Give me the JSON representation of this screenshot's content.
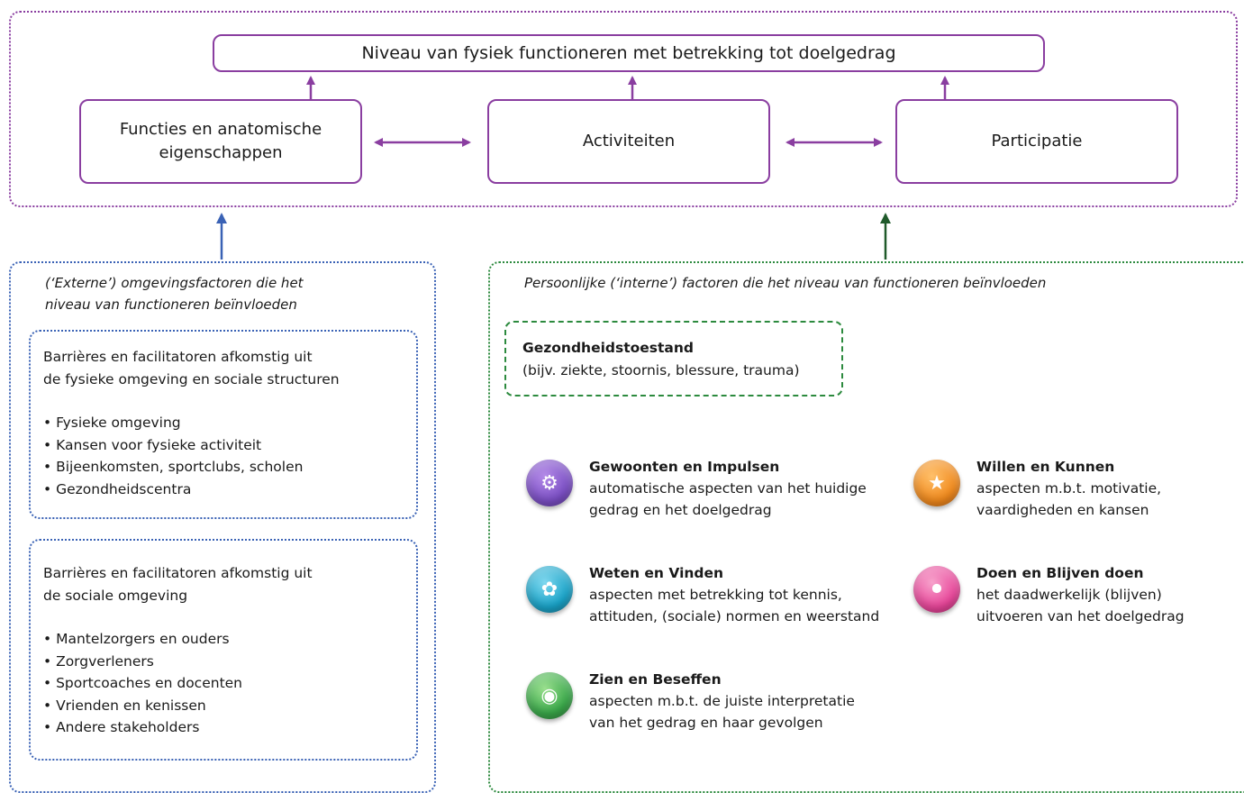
{
  "top": {
    "header": "Niveau van fysiek functioneren met betrekking tot doelgedrag",
    "nodes": [
      "Functies en anatomische eigenschappen",
      "Activiteiten",
      "Participatie"
    ]
  },
  "external": {
    "title_line1": "(‘Externe’) omgevingsfactoren die het",
    "title_line2": "niveau van functioneren beïnvloeden",
    "group1": {
      "heading_line1": "Barrières en facilitatoren afkomstig uit",
      "heading_line2": "de fysieke omgeving en sociale structuren",
      "items": [
        "Fysieke omgeving",
        "Kansen voor fysieke activiteit",
        "Bijeenkomsten, sportclubs, scholen",
        "Gezondheidscentra"
      ]
    },
    "group2": {
      "heading_line1": "Barrières en facilitatoren afkomstig uit",
      "heading_line2": "de sociale omgeving",
      "items": [
        "Mantelzorgers en ouders",
        "Zorgverleners",
        "Sportcoaches en docenten",
        "Vrienden en kenissen",
        "Andere stakeholders"
      ]
    }
  },
  "personal": {
    "title": "Persoonlijke (‘interne’) factoren die het niveau van functioneren beïnvloeden",
    "health": {
      "title": "Gezondheidstoestand",
      "desc": "(bijv. ziekte, stoornis, blessure, trauma)"
    },
    "factors": [
      {
        "title": "Gewoonten en Impulsen",
        "line1": "automatische aspecten van het huidige",
        "line2": "gedrag en het doelgedrag",
        "icon": "gears-icon",
        "color": "#7b4fc4"
      },
      {
        "title": "Willen en Kunnen",
        "line1": "aspecten m.b.t. motivatie,",
        "line2": "vaardigheden en kansen",
        "icon": "medal-icon",
        "color": "#f08a1e"
      },
      {
        "title": "Weten en Vinden",
        "line1": "aspecten met betrekking tot kennis,",
        "line2": "attituden, (sociale) normen en weerstand",
        "icon": "brain-head-icon",
        "color": "#1aa3c8"
      },
      {
        "title": "Doen en Blijven doen",
        "line1": "het daadwerkelijk (blijven)",
        "line2": "uitvoeren van het doelgedrag",
        "icon": "footprints-icon",
        "color": "#e8479a"
      },
      {
        "title": "Zien en Beseffen",
        "line1": "aspecten m.b.t. de juiste interpretatie",
        "line2": "van het gedrag en haar gevolgen",
        "icon": "eye-icon",
        "color": "#3aa84a"
      }
    ]
  },
  "colors": {
    "purple": "#8a3ea0",
    "blue": "#3a62b5",
    "green": "#2c8a3e",
    "dark_green": "#1f5a2a"
  }
}
